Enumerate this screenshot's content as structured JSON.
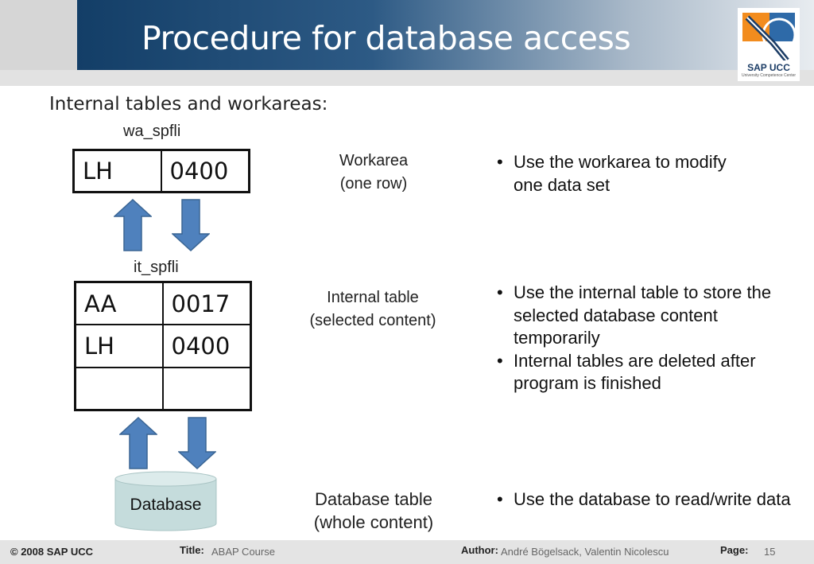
{
  "slide": {
    "title": "Procedure for database access",
    "heading": "Internal tables and workareas:"
  },
  "logo": {
    "text": "SAP UCC",
    "subtext": "University Competence Center"
  },
  "workarea": {
    "name": "wa_spfli",
    "rows": [
      [
        "LH",
        "0400"
      ]
    ],
    "desc_line1": "Workarea",
    "desc_line2": "(one row)",
    "bullets": [
      "Use the workarea to modify one data set"
    ]
  },
  "internal_table": {
    "name": "it_spfli",
    "rows": [
      [
        "AA",
        "0017"
      ],
      [
        "LH",
        "0400"
      ],
      [
        "",
        ""
      ]
    ],
    "desc_line1": "Internal table",
    "desc_line2": "(selected content)",
    "bullets": [
      "Use the internal table to store the selected database content temporarily",
      "Internal tables are deleted after program is finished"
    ]
  },
  "database": {
    "label": "Database",
    "desc_line1": "Database table",
    "desc_line2": "(whole content)",
    "bullets": [
      "Use the database to read/write data"
    ]
  },
  "footer": {
    "copyright": "© 2008 SAP UCC",
    "title_label": "Title:",
    "title_value": "ABAP Course",
    "author_label": "Author:",
    "author_value": "André Bögelsack, Valentin Nicolescu",
    "page_label": "Page:",
    "page_value": "15"
  },
  "colors": {
    "header_dark": "#133e67",
    "arrow_blue": "#4f81bd",
    "database_fill": "#c5dcdc"
  }
}
